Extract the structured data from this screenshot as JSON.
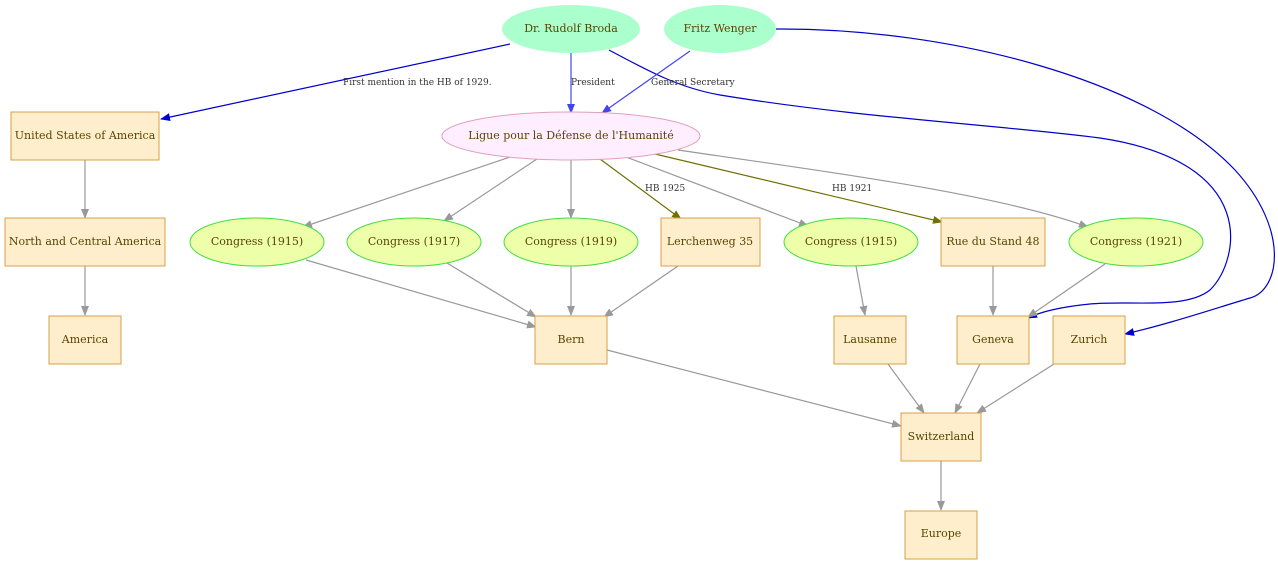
{
  "diagram": {
    "nodes": {
      "broda": "Dr. Rudolf Broda",
      "wenger": "Fritz Wenger",
      "ligue": "Ligue pour la Défense de l'Humanité",
      "usa": "United States of America",
      "nca": "North and Central America",
      "america": "America",
      "congress1915a": "Congress (1915)",
      "congress1917": "Congress (1917)",
      "congress1919": "Congress (1919)",
      "lerchenweg": "Lerchenweg 35",
      "congress1915b": "Congress (1915)",
      "ruedustand": "Rue du Stand 48",
      "congress1921": "Congress (1921)",
      "bern": "Bern",
      "lausanne": "Lausanne",
      "geneva": "Geneva",
      "zurich": "Zurich",
      "switzerland": "Switzerland",
      "europe": "Europe"
    },
    "edge_labels": {
      "first_mention": "First mention in the HB of 1929.",
      "president": "President",
      "general_secretary": "General Secretary",
      "hb1925": "HB 1925",
      "hb1921": "HB 1921"
    }
  }
}
